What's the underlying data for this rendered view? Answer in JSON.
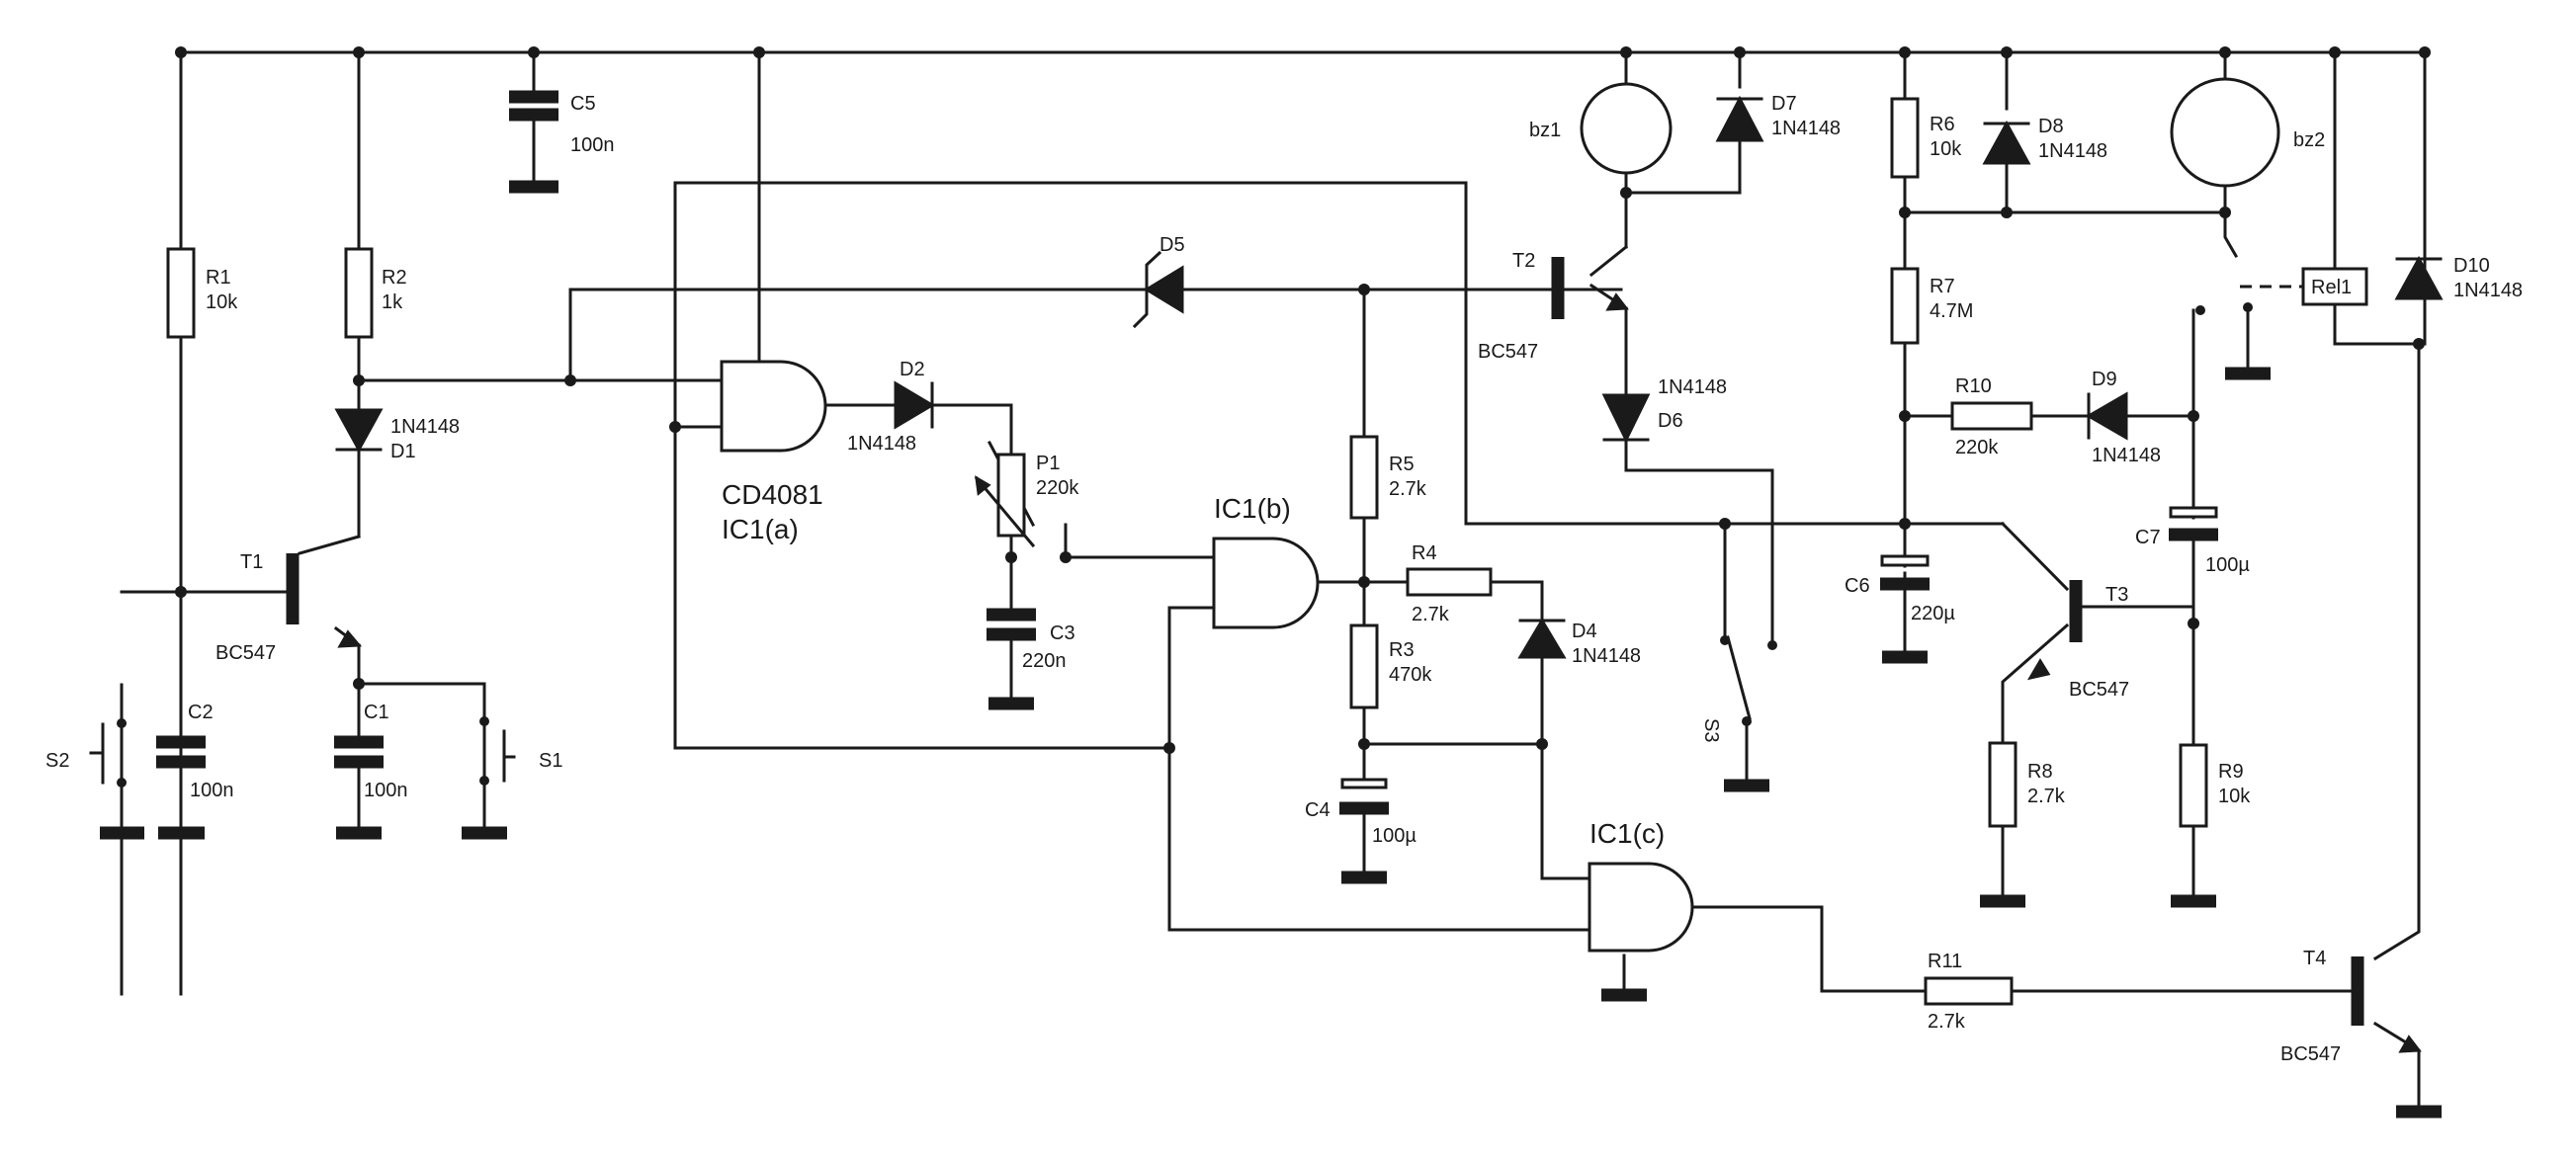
{
  "components": {
    "R1": {
      "name": "R1",
      "value": "10k"
    },
    "R2": {
      "name": "R2",
      "value": "1k"
    },
    "R3": {
      "name": "R3",
      "value": "470k"
    },
    "R4": {
      "name": "R4",
      "value": "2.7k"
    },
    "R5": {
      "name": "R5",
      "value": "2.7k"
    },
    "R6": {
      "name": "R6",
      "value": "10k"
    },
    "R7": {
      "name": "R7",
      "value": "4.7M"
    },
    "R8": {
      "name": "R8",
      "value": "2.7k"
    },
    "R9": {
      "name": "R9",
      "value": "10k"
    },
    "R10": {
      "name": "R10",
      "value": "220k"
    },
    "R11": {
      "name": "R11",
      "value": "2.7k"
    },
    "P1": {
      "name": "P1",
      "value": "220k"
    },
    "C1": {
      "name": "C1",
      "value": "100n"
    },
    "C2": {
      "name": "C2",
      "value": "100n"
    },
    "C3": {
      "name": "C3",
      "value": "220n"
    },
    "C4": {
      "name": "C4",
      "value": "100µ"
    },
    "C5": {
      "name": "C5",
      "value": "100n"
    },
    "C6": {
      "name": "C6",
      "value": "220µ"
    },
    "C7": {
      "name": "C7",
      "value": "100µ"
    },
    "D1": {
      "name": "D1",
      "value": "1N4148"
    },
    "D2": {
      "name": "D2",
      "value": "1N4148"
    },
    "D4": {
      "name": "D4",
      "value": "1N4148"
    },
    "D5": {
      "name": "D5"
    },
    "D6": {
      "name": "D6",
      "value": "1N4148"
    },
    "D7": {
      "name": "D7",
      "value": "1N4148"
    },
    "D8": {
      "name": "D8",
      "value": "1N4148"
    },
    "D9": {
      "name": "D9",
      "value": "1N4148"
    },
    "D10": {
      "name": "D10",
      "value": "1N4148"
    },
    "T1": {
      "name": "T1",
      "value": "BC547"
    },
    "T2": {
      "name": "T2",
      "value": "BC547"
    },
    "T3": {
      "name": "T3",
      "value": "BC547"
    },
    "T4": {
      "name": "T4",
      "value": "BC547"
    },
    "S1": {
      "name": "S1"
    },
    "S2": {
      "name": "S2"
    },
    "S3": {
      "name": "S3"
    },
    "bz1": {
      "name": "bz1"
    },
    "bz2": {
      "name": "bz2"
    },
    "Rel1": {
      "name": "Rel1"
    },
    "IC1a": {
      "name": "IC1(a)",
      "type": "CD4081"
    },
    "IC1b": {
      "name": "IC1(b)"
    },
    "IC1c": {
      "name": "IC1(c)"
    }
  }
}
